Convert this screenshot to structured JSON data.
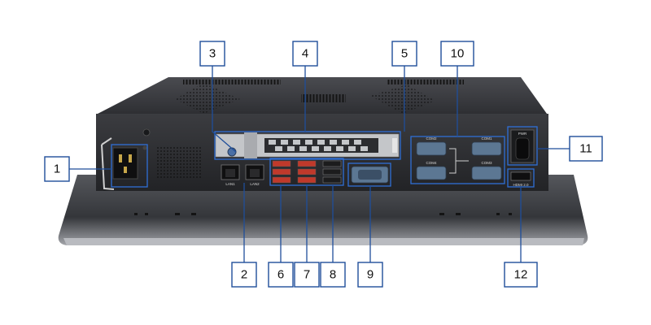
{
  "callouts": [
    "1",
    "2",
    "3",
    "4",
    "5",
    "6",
    "7",
    "8",
    "9",
    "10",
    "11",
    "12"
  ],
  "port_labels": {
    "lan1": "LAN1",
    "lan2": "LAN2",
    "com1": "COM1",
    "com2": "COM2",
    "com3": "COM3",
    "com4": "COM4",
    "pwr": "PWR",
    "hdmi": "HDMI 2.0"
  },
  "colors": {
    "callout_border": "#1f4e9a",
    "highlight": "#2f6fd6",
    "chassis": "#2a2b2e",
    "panel_face": "#3a3b3e",
    "bezel": "#8f9196",
    "usb_red": "#c0392b"
  }
}
